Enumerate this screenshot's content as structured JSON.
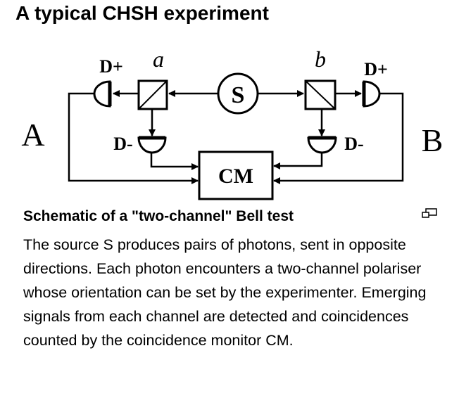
{
  "title": "A typical CHSH experiment",
  "diagram": {
    "labels": {
      "side_a": "A",
      "side_b": "B",
      "polariser_a": "a",
      "polariser_b": "b",
      "source": "S",
      "monitor": "CM",
      "detector_a_plus": "D+",
      "detector_a_minus": "D-",
      "detector_b_plus": "D+",
      "detector_b_minus": "D-"
    }
  },
  "caption": {
    "heading": "Schematic of a \"two-channel\" Bell test",
    "text": "The source S produces pairs of photons, sent in opposite directions. Each photon encounters a two-channel polariser whose orientation can be set by the experimenter. Emerging signals from each channel are detected and coincidences counted by the coincidence monitor CM.",
    "enlarge_icon": "enlarge-icon"
  }
}
